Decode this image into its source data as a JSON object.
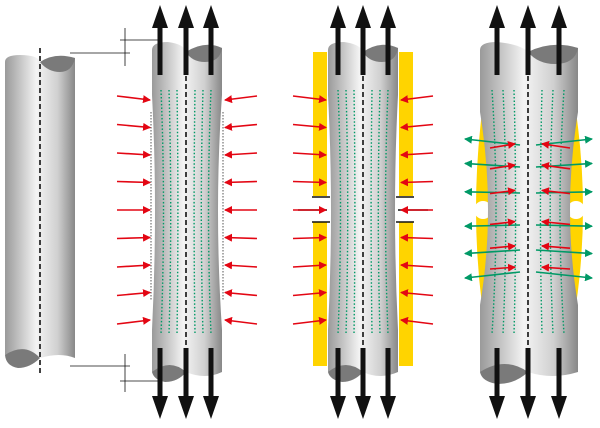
{
  "diagram": {
    "panels": [
      "original-specimen",
      "tension-with-lateral-pressure",
      "tension-with-yellow-supports",
      "tension-with-yellow-bulge"
    ],
    "colors": {
      "force_arrow": "#111111",
      "pressure_arrow": "#e30613",
      "outward_arrow": "#009966",
      "flow_lines": "#009966",
      "support": "#ffd400",
      "cylinder_dark": "#8a8a8a",
      "cylinder_light": "#f2f2f2"
    },
    "counts": {
      "tension_arrows_per_end": 3,
      "pressure_arrows_per_side_panel2": 9,
      "pressure_arrows_per_side_panel3": 9,
      "arrow_rows_panel4": 6
    }
  }
}
